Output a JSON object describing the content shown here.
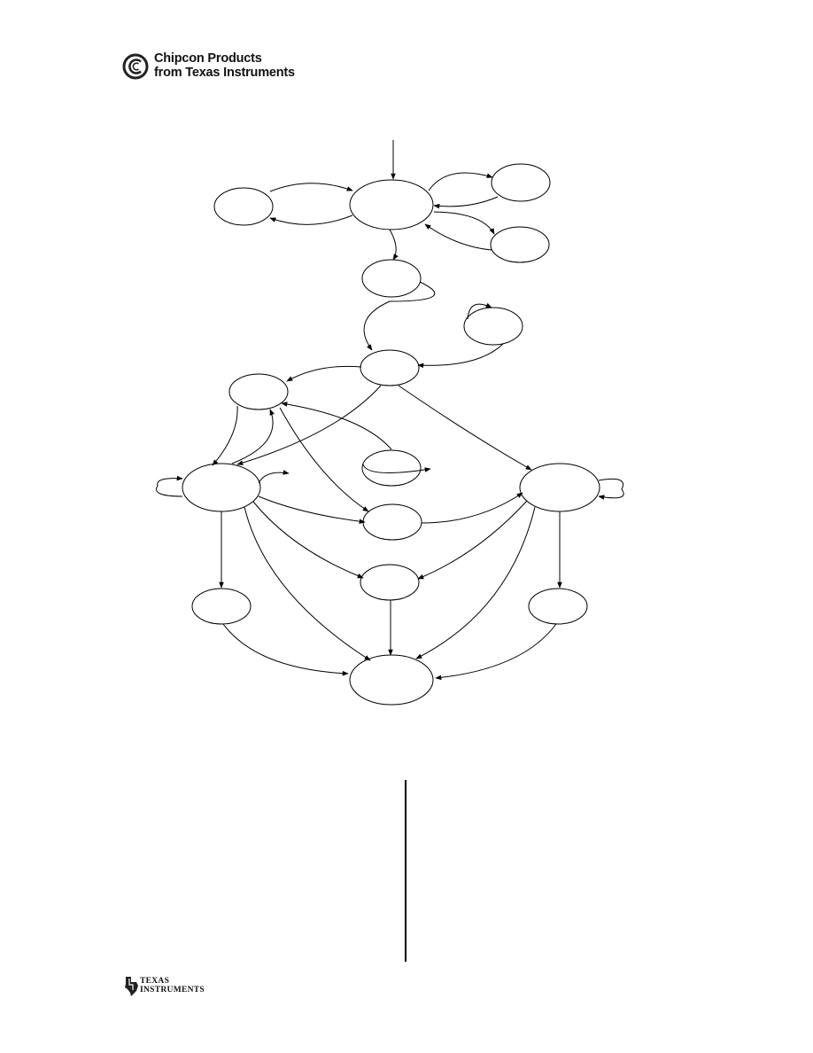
{
  "header": {
    "logo": {
      "icon": "chipcon-c-logo-icon",
      "line1": "Chipcon Products",
      "line2": "from Texas Instruments"
    }
  },
  "footer": {
    "logo": {
      "icon": "texas-state-logo-icon",
      "line1": "TEXAS",
      "line2": "INSTRUMENTS"
    }
  },
  "diagram": {
    "type": "state-diagram",
    "states": [
      {
        "id": "s0"
      },
      {
        "id": "s1"
      },
      {
        "id": "s2"
      },
      {
        "id": "s3"
      },
      {
        "id": "s4"
      },
      {
        "id": "s5"
      },
      {
        "id": "s6"
      },
      {
        "id": "s7"
      },
      {
        "id": "s8"
      },
      {
        "id": "s9"
      },
      {
        "id": "s10"
      },
      {
        "id": "s11"
      },
      {
        "id": "s12"
      },
      {
        "id": "s13"
      },
      {
        "id": "s14"
      },
      {
        "id": "s15"
      }
    ],
    "colors": {
      "stroke": "#000000",
      "background": "#ffffff"
    }
  }
}
